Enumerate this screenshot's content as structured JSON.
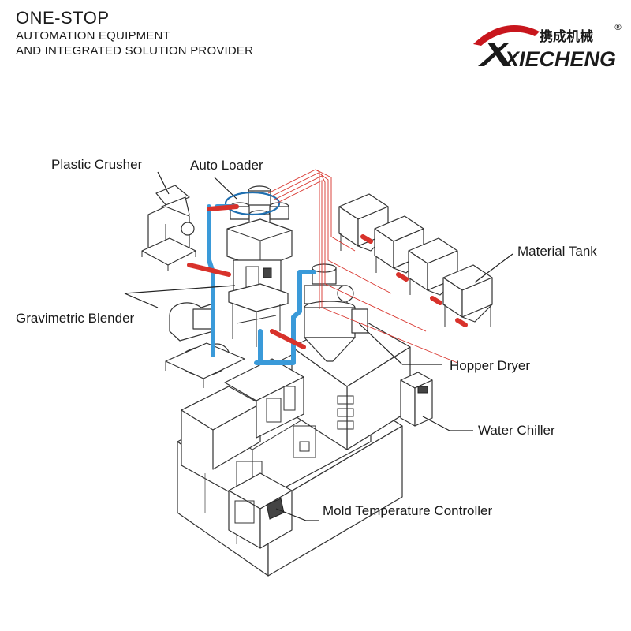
{
  "header": {
    "title": "ONE-STOP",
    "line1": "AUTOMATION EQUIPMENT",
    "line2": "AND INTEGRATED SOLUTION PROVIDER"
  },
  "logo": {
    "brand": "XIECHENG",
    "chinese": "携成机械",
    "registered": "®",
    "colors": {
      "mark": "#c8161d",
      "text": "#1a1a1a"
    }
  },
  "labels": {
    "plastic_crusher": "Plastic Crusher",
    "auto_loader": "Auto Loader",
    "material_tank": "Material Tank",
    "gravimetric_blender": "Gravimetric Blender",
    "hopper_dryer": "Hopper Dryer",
    "water_chiller": "Water Chiller",
    "mold_temperature_controller": "Mold Temperature Controller"
  },
  "colors": {
    "pipe_red": "#d8322b",
    "pipe_blue": "#3a9ad9",
    "line": "#333333"
  }
}
